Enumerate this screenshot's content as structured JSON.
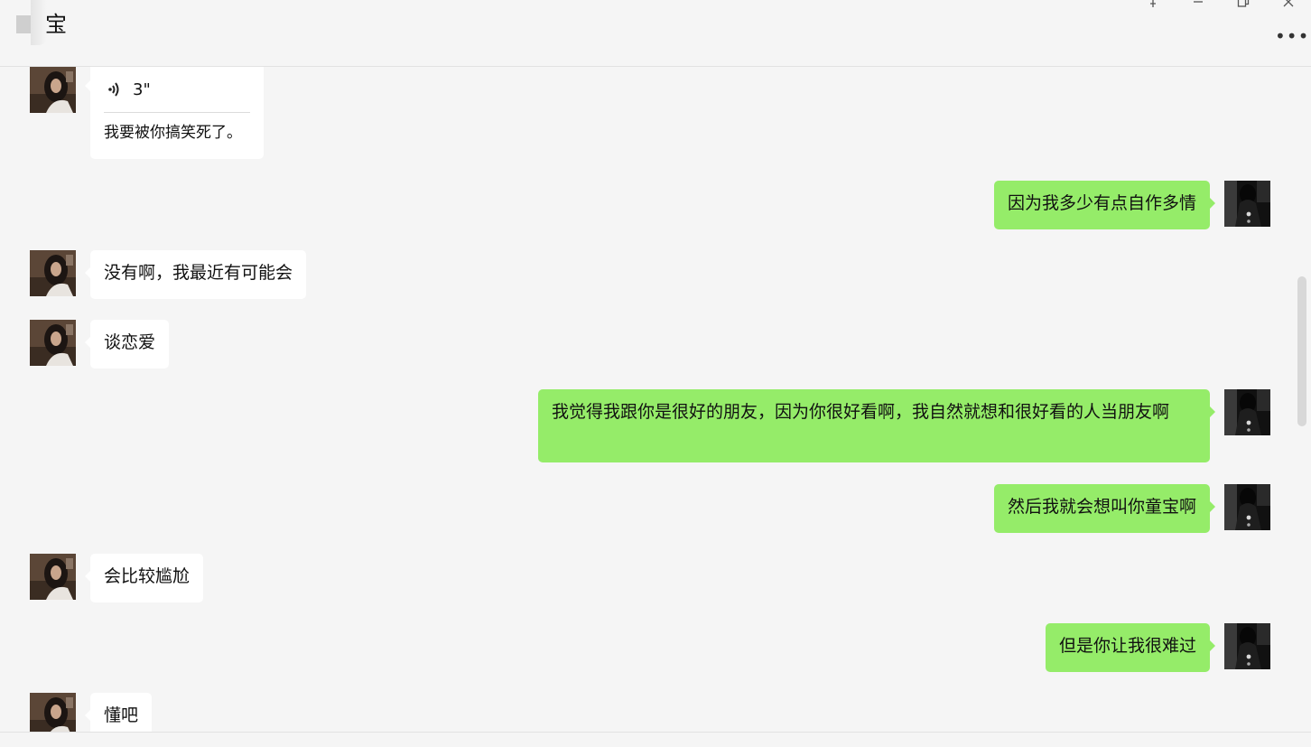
{
  "header": {
    "title": "宝",
    "more_label": "•••"
  },
  "colors": {
    "outgoing_bubble": "#95ec69",
    "incoming_bubble": "#ffffff",
    "background": "#f5f5f5"
  },
  "messages": [
    {
      "direction": "in",
      "type": "voice",
      "duration": "3\"",
      "transcript": "我要被你搞笑死了。"
    },
    {
      "direction": "out",
      "text": "因为我多少有点自作多情"
    },
    {
      "direction": "in",
      "text": "没有啊，我最近有可能会"
    },
    {
      "direction": "in",
      "text": "谈恋爱"
    },
    {
      "direction": "out",
      "text": "我觉得我跟你是很好的朋友，因为你很好看啊，我自然就想和很好看的人当朋友啊"
    },
    {
      "direction": "out",
      "text": "然后我就会想叫你童宝啊"
    },
    {
      "direction": "in",
      "text": "会比较尴尬"
    },
    {
      "direction": "out",
      "text": "但是你让我很难过"
    },
    {
      "direction": "in",
      "text": "懂吧"
    }
  ]
}
